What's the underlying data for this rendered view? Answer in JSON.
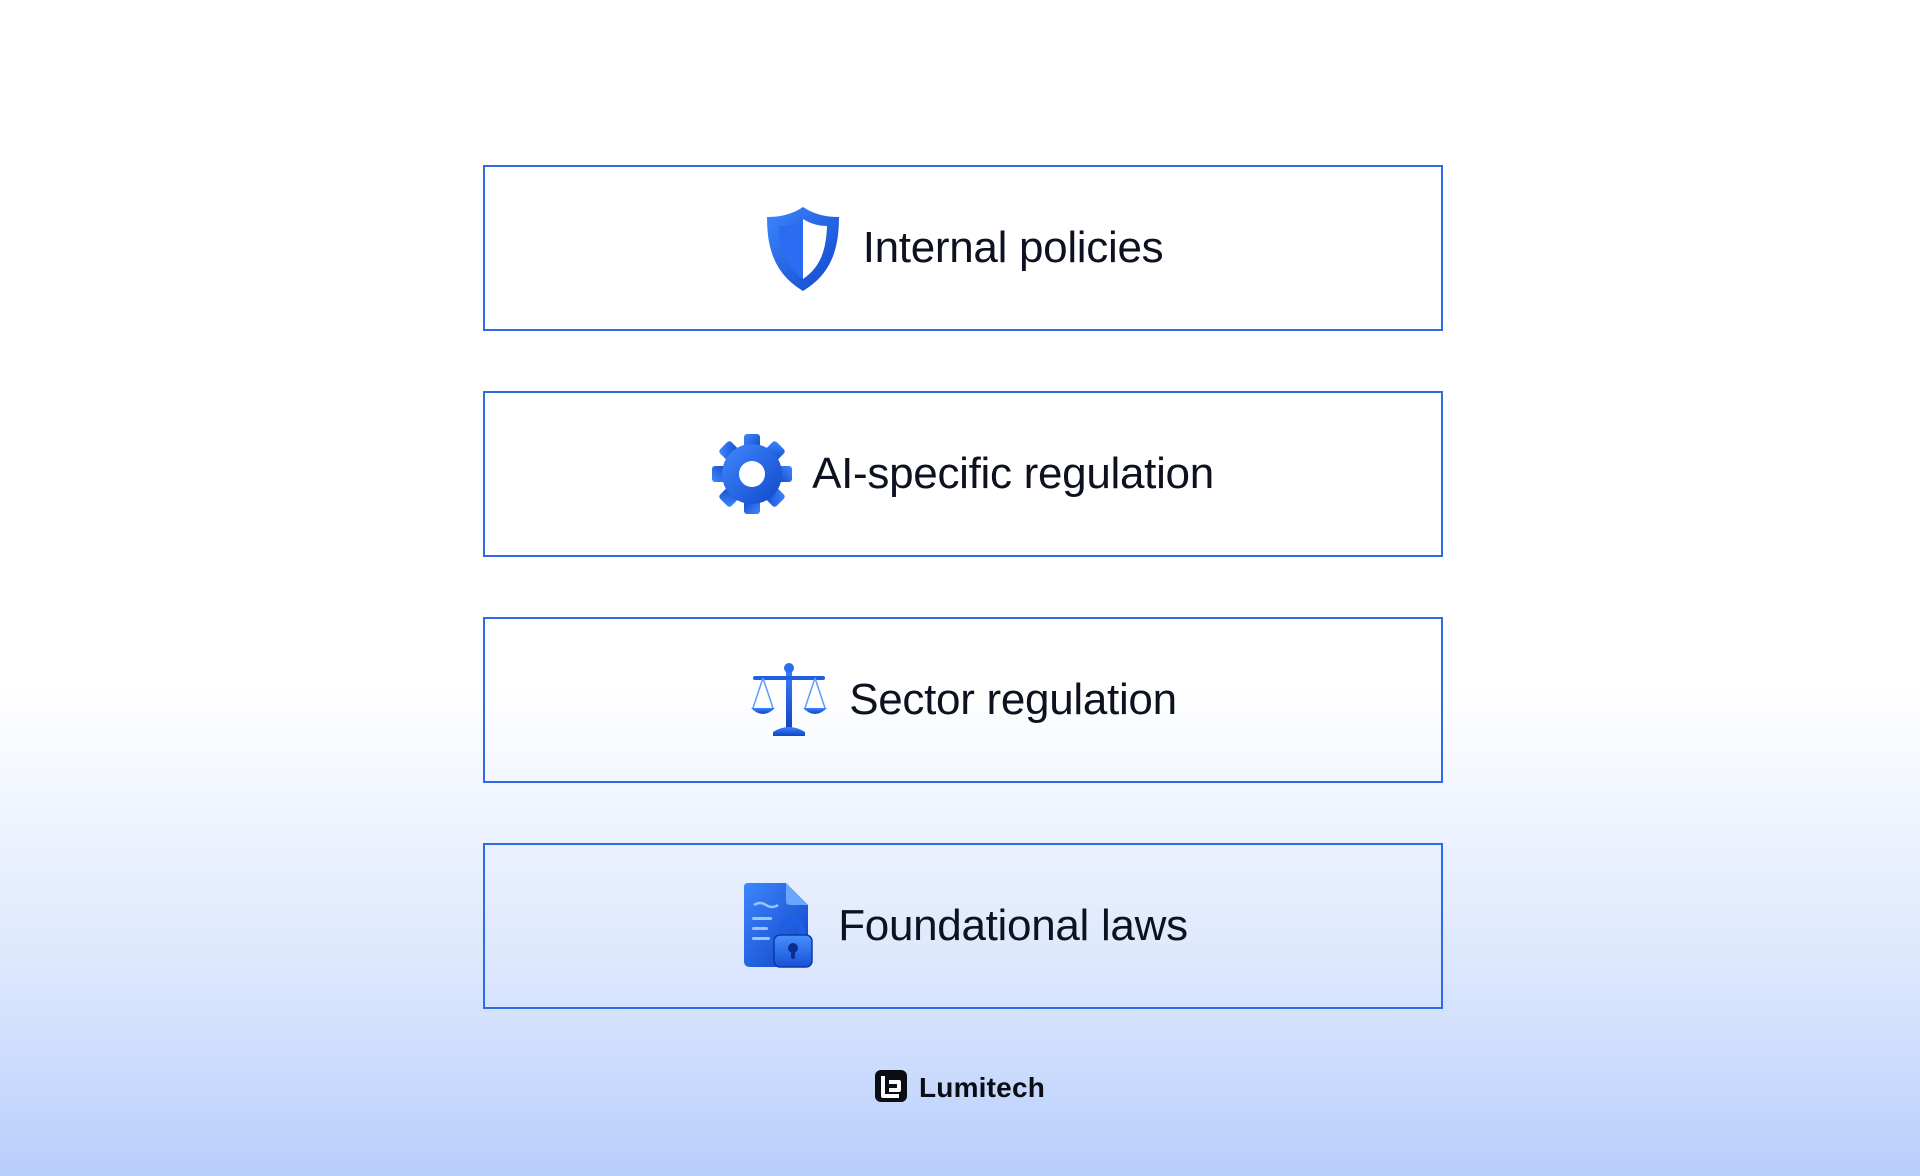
{
  "layers": [
    {
      "label": "Internal policies",
      "icon": "shield-icon"
    },
    {
      "label": "AI-specific regulation",
      "icon": "gear-icon"
    },
    {
      "label": "Sector regulation",
      "icon": "scales-icon"
    },
    {
      "label": "Foundational laws",
      "icon": "locked-document-icon"
    }
  ],
  "brand": {
    "name": "Lumitech",
    "icon": "lumitech-logo-icon"
  },
  "colors": {
    "accent": "#2f6be6",
    "icon_blue": "#1f5fe0",
    "text": "#0e1220",
    "background_bottom": "#b7cdfb"
  }
}
